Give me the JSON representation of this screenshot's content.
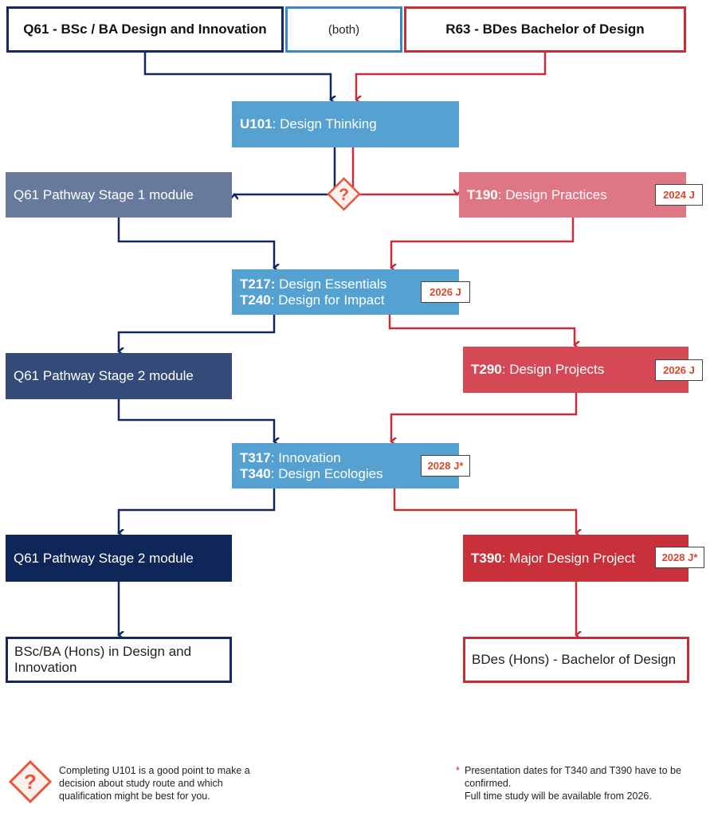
{
  "colors": {
    "navy": "#13285e",
    "red": "#c53038",
    "u101_blue": "#55a1d1",
    "stage1": "#687a9c",
    "stage2a": "#344b7a",
    "stage2b": "#0f2659",
    "t190": "#df7683",
    "t290": "#d54957",
    "t390": "#c9313a",
    "badge_text": "#d9472b",
    "both_border": "#3b88c8"
  },
  "headers": {
    "q61": "Q61 - BSc / BA Design and Innovation",
    "both": "(both)",
    "r63": "R63 - BDes Bachelor of Design"
  },
  "modules": {
    "u101": {
      "code": "U101",
      "title": ": Design Thinking"
    },
    "q61_stage1": {
      "label": "Q61 Pathway Stage 1 module"
    },
    "t190": {
      "code": "T190",
      "title": ": Design Practices",
      "badge": "2024 J"
    },
    "t217_t240": {
      "code1": "T217:",
      "title1": " Design Essentials",
      "code2": "T240",
      "title2": ": Design for Impact",
      "badge": "2026 J"
    },
    "q61_stage2a": {
      "label": "Q61 Pathway Stage 2 module"
    },
    "t290": {
      "code": "T290",
      "title": ": Design Projects",
      "badge": "2026 J"
    },
    "t317_t340": {
      "code1": "T317",
      "title1": ": Innovation",
      "code2": "T340",
      "title2": ": Design Ecologies",
      "badge": "2028 J*"
    },
    "q61_stage2b": {
      "label": "Q61 Pathway Stage 2 module"
    },
    "t390": {
      "code": "T390",
      "title": ": Major Design Project",
      "badge": "2028 J*"
    }
  },
  "outcomes": {
    "bsc": "BSc/BA (Hons) in Design and Innovation",
    "bdes": "BDes (Hons) - Bachelor of Design"
  },
  "decision_symbol": "?",
  "legend": {
    "decision_note": "Completing U101 is a good point to make a decision about study route and which qualification might be best for you.",
    "star": "*",
    "footnote_line1": "Presentation dates for T340 and T390 have to be confirmed.",
    "footnote_line2": "Full time study will be available from 2026."
  }
}
